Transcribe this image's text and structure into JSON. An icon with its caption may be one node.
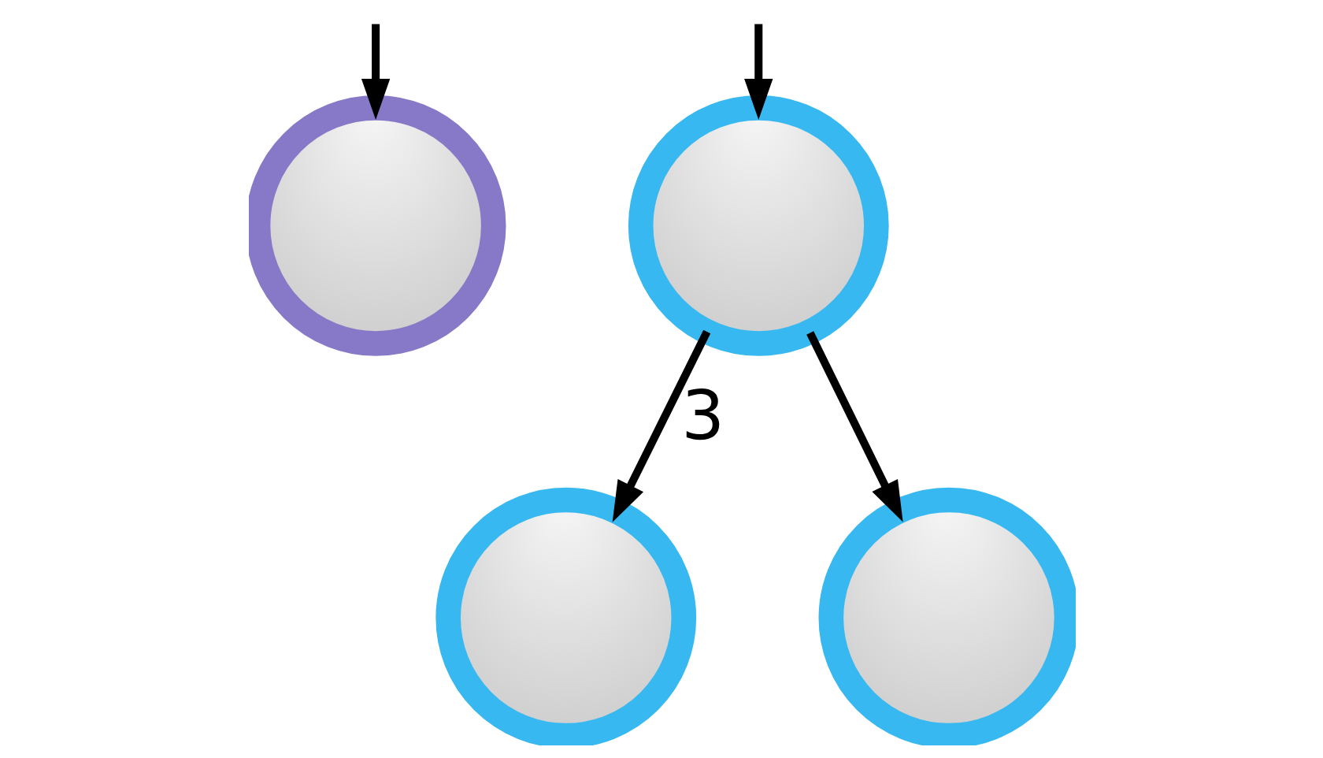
{
  "diagram": {
    "nodes": [
      {
        "text": [],
        "shape": "circle"
      },
      {
        "text": [],
        "shape": "circle"
      },
      {
        "text": [],
        "shape": "circle"
      },
      {
        "text": [],
        "shape": "circle"
      }
    ],
    "edges": [
      {
        "from": null,
        "to": 0,
        "arrow": "to"
      },
      {
        "from": null,
        "to": 1,
        "arrow": "to"
      },
      {
        "from": 1,
        "to": 2,
        "arrow": "to",
        "label": "3"
      },
      {
        "from": 1,
        "to": 3,
        "arrow": "to"
      }
    ]
  }
}
